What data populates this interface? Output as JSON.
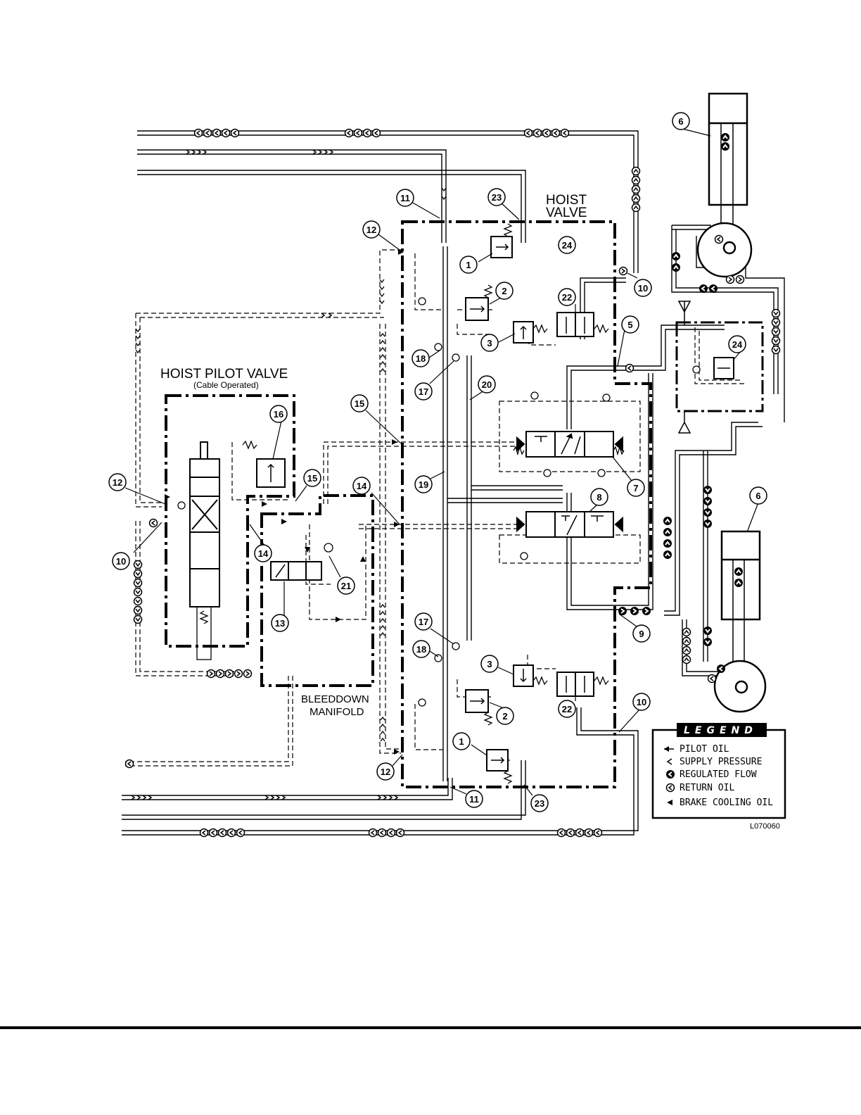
{
  "labels": {
    "hoist_valve_line1": "HOIST",
    "hoist_valve_line2": "VALVE",
    "hoist_pilot_valve": "HOIST PILOT VALVE",
    "cable_operated": "(Cable Operated)",
    "bleeddown_line1": "BLEEDDOWN",
    "bleeddown_line2": "MANIFOLD",
    "figure_code": "L070060"
  },
  "legend": {
    "heading": "LEGEND",
    "items": [
      {
        "symbol": "pilot-oil-arrow",
        "label": "PILOT OIL"
      },
      {
        "symbol": "supply-pressure-chevron",
        "label": "SUPPLY PRESSURE"
      },
      {
        "symbol": "regulated-flow-filled-circle",
        "label": "REGULATED FLOW"
      },
      {
        "symbol": "return-oil-open-circle",
        "label": "RETURN OIL"
      },
      {
        "symbol": "brake-cooling-oil-arrow",
        "label": "BRAKE COOLING OIL"
      }
    ]
  },
  "callouts": [
    "1",
    "2",
    "3",
    "5",
    "6",
    "7",
    "8",
    "9",
    "10",
    "11",
    "12",
    "13",
    "14",
    "15",
    "16",
    "17",
    "18",
    "19",
    "20",
    "21",
    "22",
    "23",
    "24"
  ],
  "colors": {
    "ink": "#000000",
    "paper": "#ffffff"
  }
}
